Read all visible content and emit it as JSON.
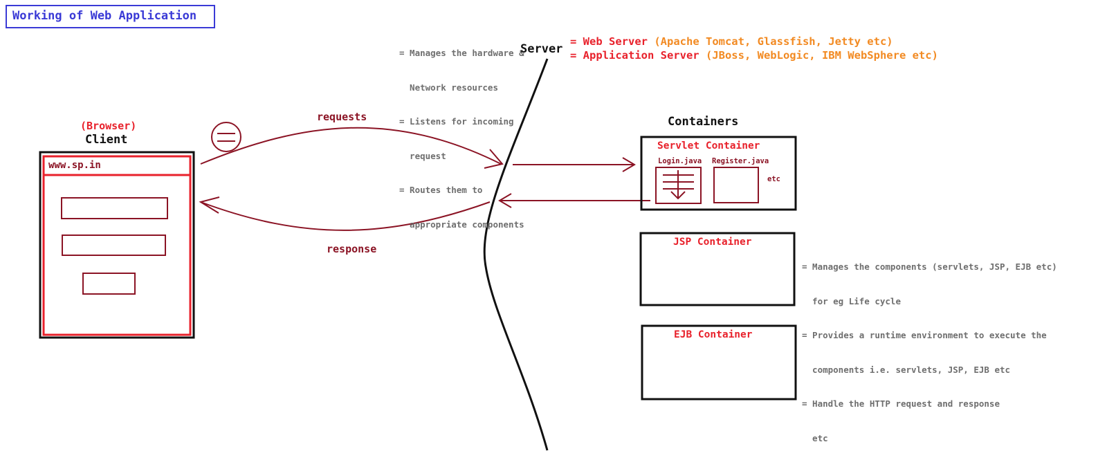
{
  "title": "Working of Web Application",
  "server_notes": [
    "= Manages the hardware &",
    "  Network resources",
    "= Listens for incoming",
    "  request",
    "= Routes them to",
    "  appropriate components"
  ],
  "server": {
    "label": "Server",
    "web_server": {
      "prefix": "= Web Server",
      "examples": "(Apache Tomcat, Glassfish, Jetty etc)"
    },
    "app_server": {
      "prefix": "= Application Server",
      "examples": "(JBoss, WebLogic, IBM WebSphere etc)"
    }
  },
  "client": {
    "role": "(Browser)",
    "label": "Client",
    "url": "www.sp.in"
  },
  "arrows": {
    "requests": "requests",
    "response": "response"
  },
  "containers": {
    "label": "Containers",
    "servlet": {
      "title": "Servlet Container",
      "files": [
        "Login.java",
        "Register.java"
      ],
      "etc": "etc"
    },
    "jsp": {
      "title": "JSP Container"
    },
    "ejb": {
      "title": "EJB Container"
    }
  },
  "container_notes": [
    "= Manages the components (servlets, JSP, EJB etc)",
    "  for eg Life cycle",
    "= Provides a runtime environment to execute the",
    "  components i.e. servlets, JSP, EJB etc",
    "= Handle the HTTP request and response",
    "  etc"
  ],
  "colors": {
    "title_blue": "#3a3ad6",
    "red": "#e8212b",
    "orange": "#f28a22",
    "maroon": "#8b1324",
    "note_gray": "#6e6e6e"
  }
}
